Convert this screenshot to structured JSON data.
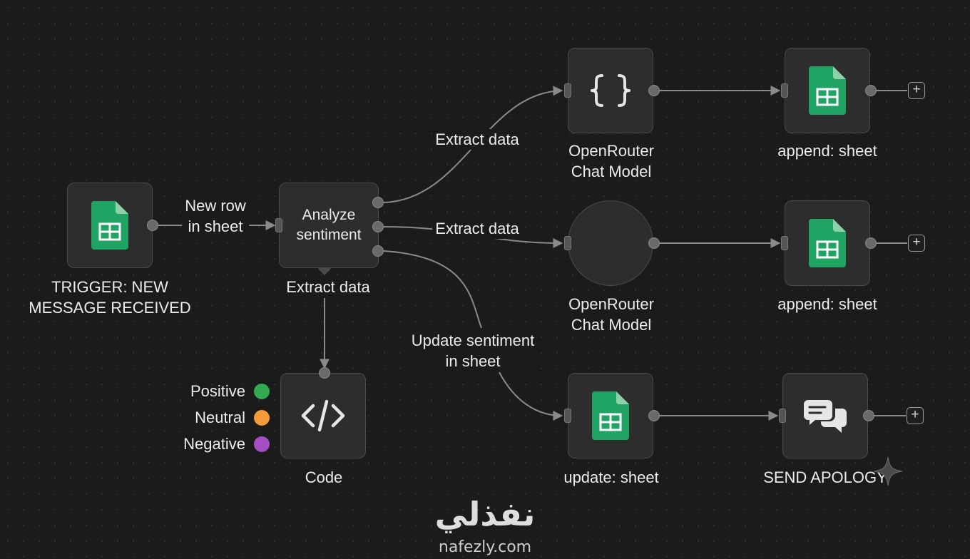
{
  "nodes": {
    "trigger": {
      "label": "TRIGGER: NEW\nMESSAGE RECEIVED",
      "icon": "google-sheets-icon"
    },
    "analyze": {
      "title": "Analyze\nsentiment",
      "sublabel": "Extract data"
    },
    "code": {
      "label": "Code",
      "icon": "code-brackets-icon"
    },
    "model_top": {
      "label": "OpenRouter\nChat Model",
      "icon": "curly-braces-icon"
    },
    "model_mid": {
      "label": "OpenRouter\nChat Model"
    },
    "append_top": {
      "label": "append: sheet",
      "icon": "google-sheets-icon"
    },
    "append_mid": {
      "label": "append: sheet",
      "icon": "google-sheets-icon"
    },
    "update": {
      "label": "update: sheet",
      "icon": "google-sheets-icon"
    },
    "apology": {
      "label": "SEND APOLOGY",
      "icon": "chat-bubbles-icon"
    }
  },
  "edge_labels": {
    "trigger_to_analyze": "New row\nin sheet",
    "analyze_to_model_top": "Extract data",
    "analyze_to_model_mid": "Extract data",
    "analyze_to_update": "Update sentiment\nin sheet"
  },
  "legend": [
    {
      "label": "Positive",
      "color": "#34a853"
    },
    {
      "label": "Neutral",
      "color": "#f29b38"
    },
    {
      "label": "Negative",
      "color": "#a54fc4"
    }
  ],
  "add_button_label": "+",
  "brand": {
    "arabic": "نفذلي",
    "url": "nafezly.com"
  },
  "colors": {
    "sheets_green": "#1fa463",
    "edge": "#8a8a8a",
    "node_bg": "#2d2d2d"
  }
}
